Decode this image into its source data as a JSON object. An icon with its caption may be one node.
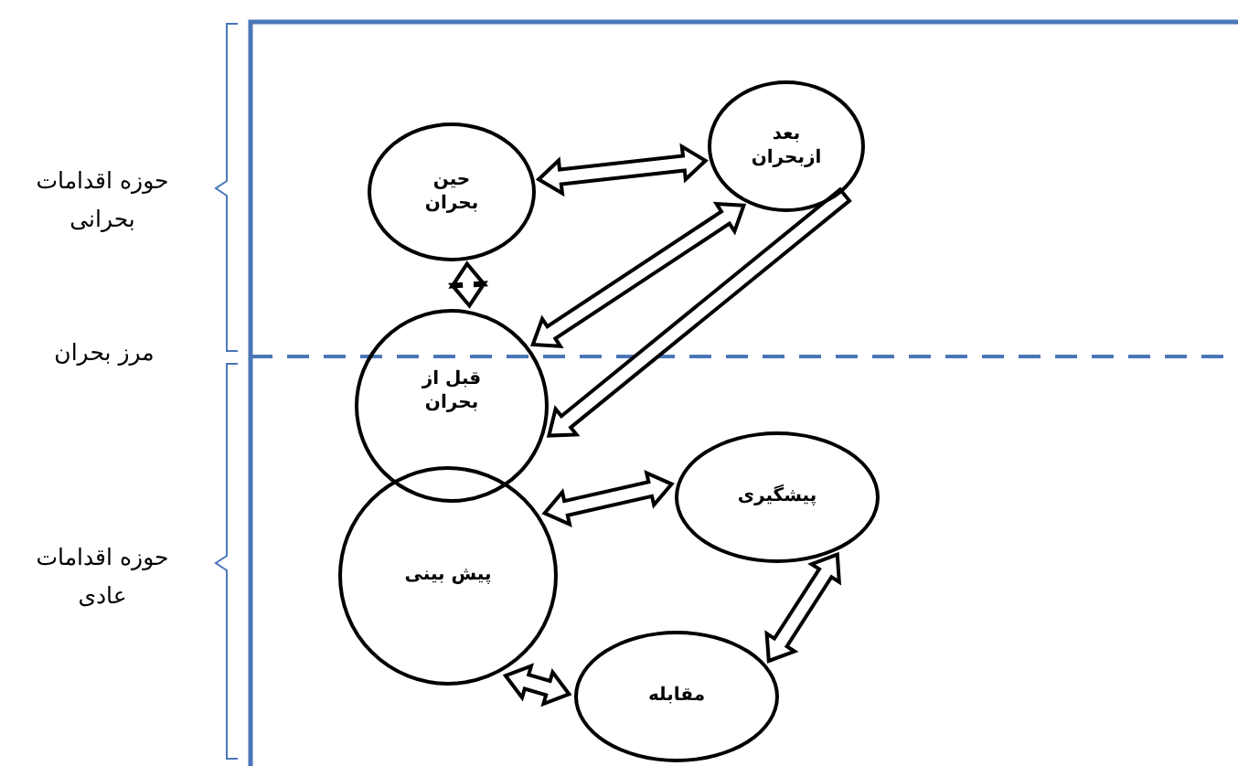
{
  "diagram": {
    "nodes": [
      {
        "text": [
          "حین بحران"
        ]
      },
      {
        "text": [
          "بعد ازبحران"
        ]
      },
      {
        "text": [
          "قبل از بحران"
        ]
      },
      {
        "text": [
          "پیش بینی"
        ]
      },
      {
        "text": [
          "پیشگیری"
        ]
      },
      {
        "text": [
          "مقابله"
        ]
      }
    ],
    "edges": [
      {
        "from": 0,
        "to": 1,
        "arrow": "both"
      },
      {
        "from": 0,
        "to": 2,
        "arrow": "both"
      },
      {
        "from": 1,
        "to": 2,
        "arrow": "both"
      },
      {
        "from": 1,
        "to": 2,
        "arrow": "to"
      },
      {
        "from": 3,
        "to": 4,
        "arrow": "both"
      },
      {
        "from": 3,
        "to": 5,
        "arrow": "both"
      },
      {
        "from": 5,
        "to": 4,
        "arrow": "both"
      }
    ],
    "labels": [
      "حوزه اقدامات بحرانی",
      "مرز بحران",
      "حوزه اقدامات عادی"
    ]
  }
}
